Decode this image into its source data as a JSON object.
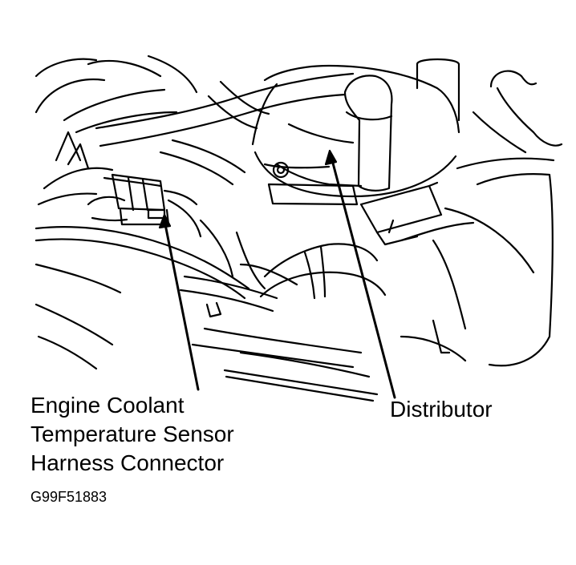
{
  "figure": {
    "callouts": {
      "ect_connector": [
        "Engine Coolant",
        "Temperature Sensor",
        "Harness Connector"
      ],
      "distributor": "Distributor"
    },
    "figure_id": "G99F51883"
  }
}
